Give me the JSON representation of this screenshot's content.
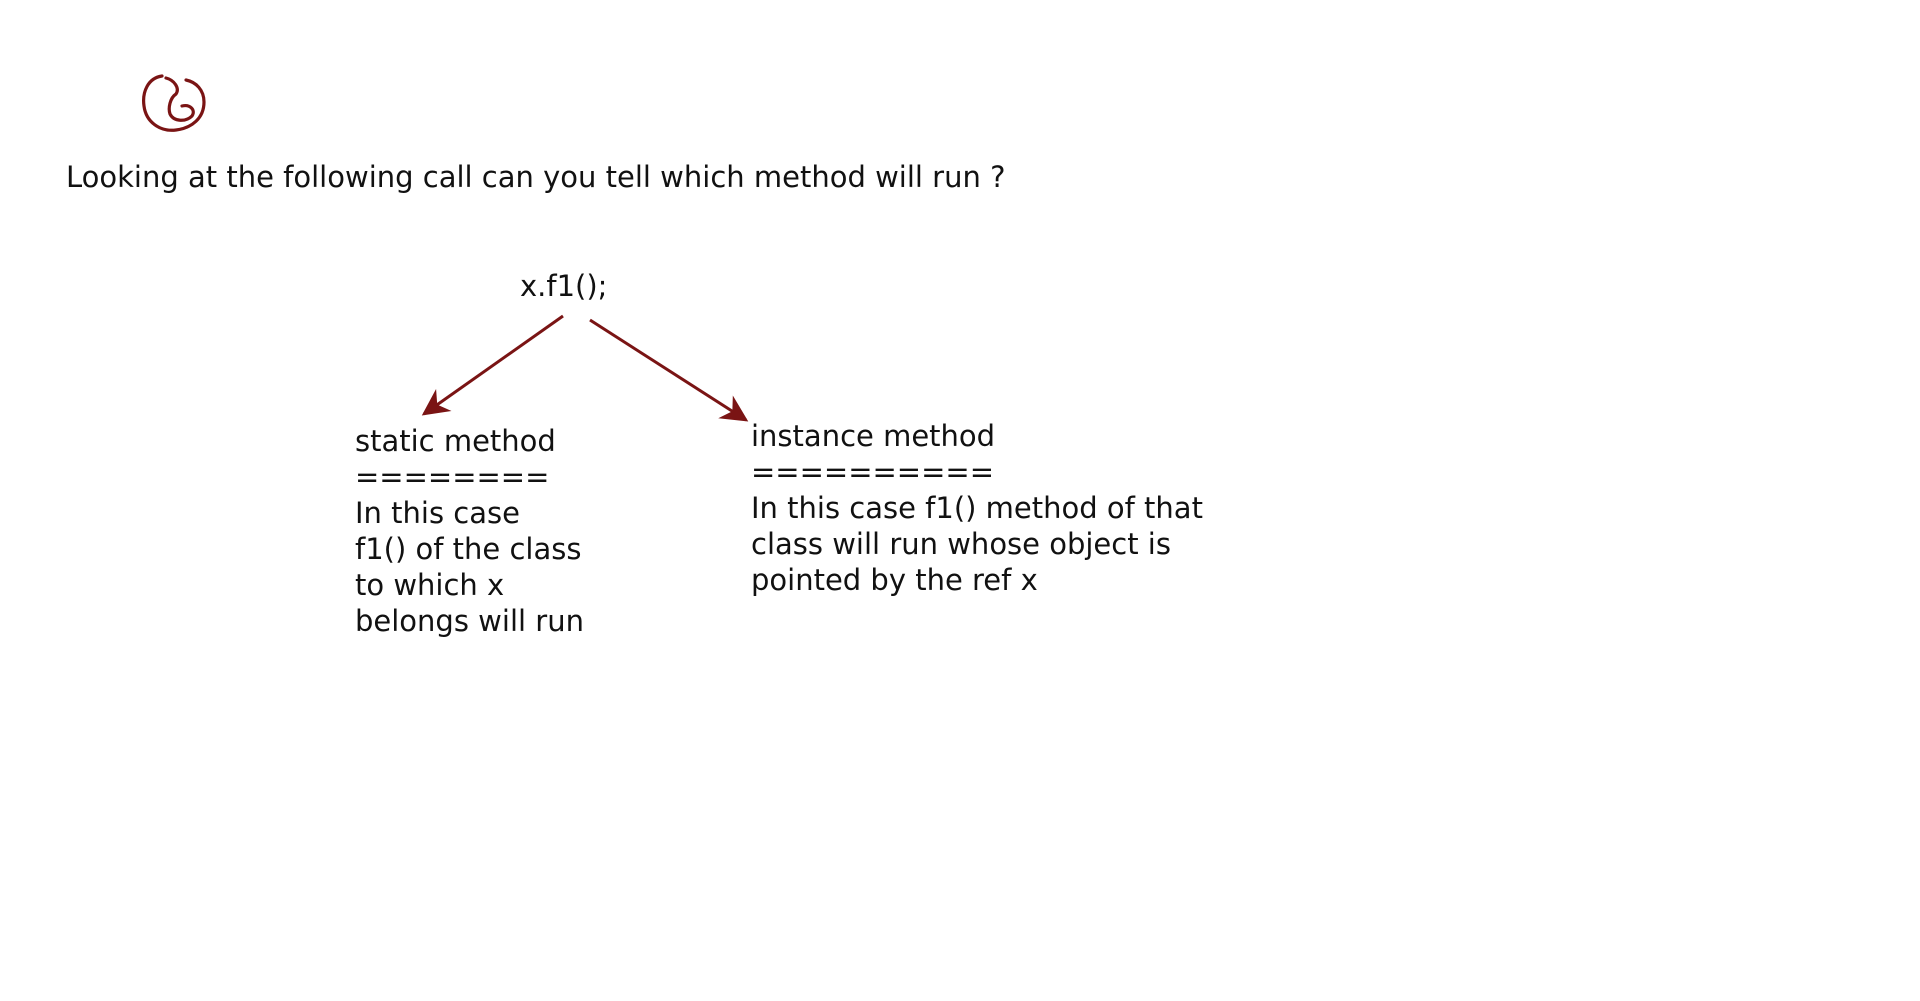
{
  "question": "Looking at the following call can you tell which method will run ?",
  "call": "x.f1();",
  "static_branch": {
    "title": "static method",
    "underline": "========",
    "lines": [
      "In this case",
      "f1() of the class",
      "to which x",
      "belongs will run"
    ]
  },
  "instance_branch": {
    "title": "instance method",
    "underline": "==========",
    "lines": [
      "In this case f1() method of that",
      "class will run whose object is",
      "pointed by the ref x"
    ]
  },
  "colors": {
    "ink": "#111111",
    "annotation": "#7a1414"
  }
}
